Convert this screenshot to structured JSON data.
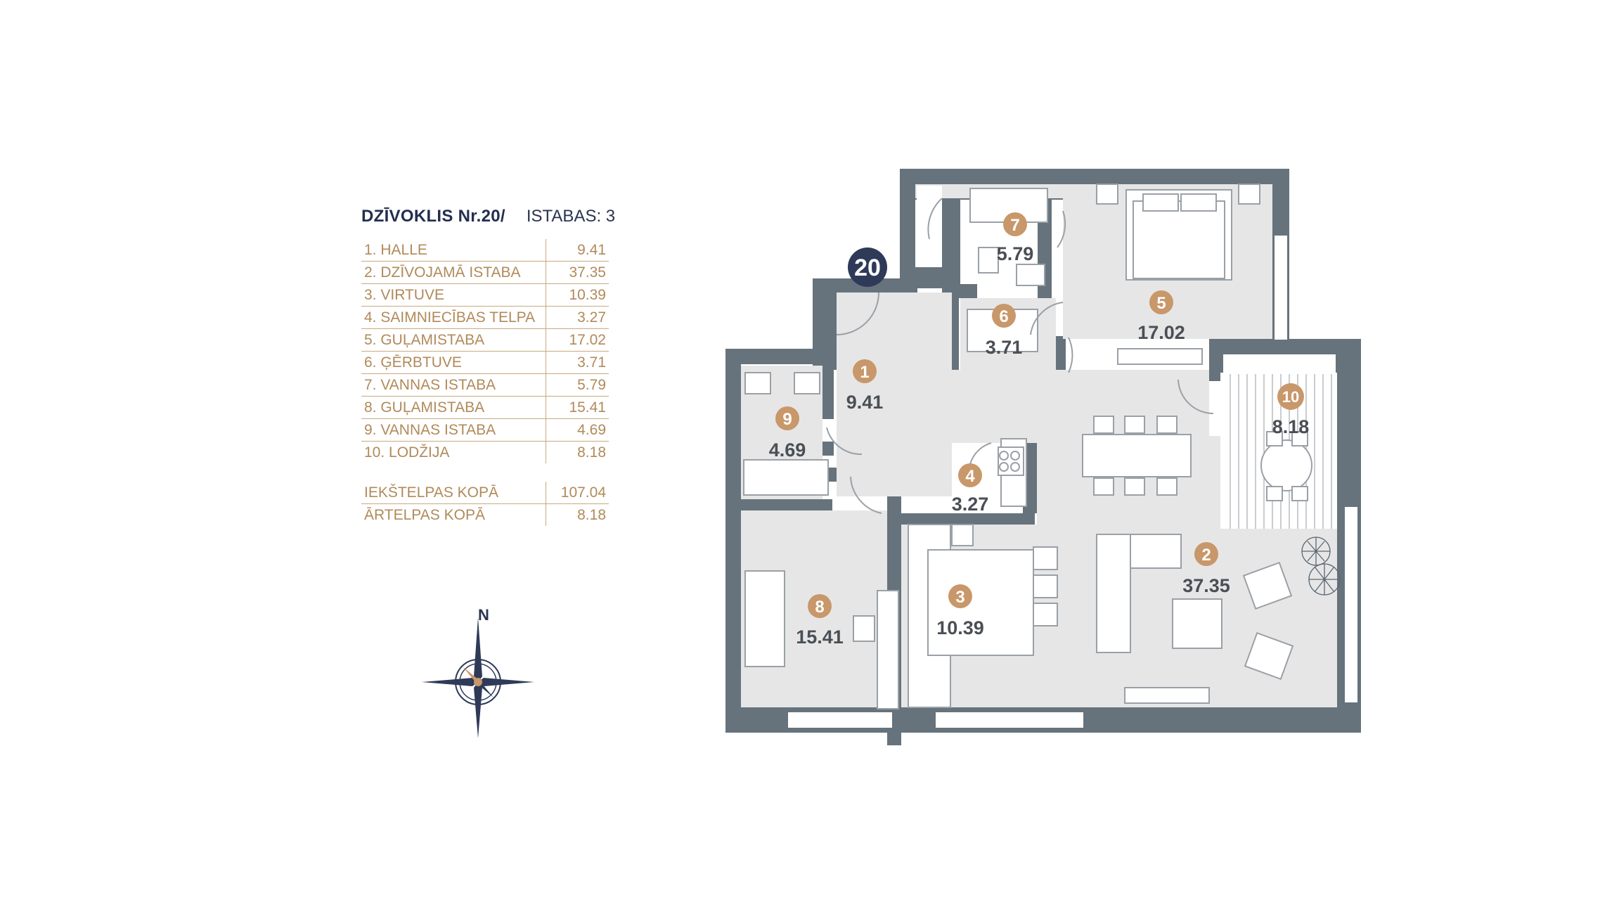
{
  "header": {
    "apartment": "DZĪVOKLIS Nr.20/",
    "rooms": "ISTABAS: 3"
  },
  "rooms": [
    {
      "no": "1",
      "label": "1.  HALLE",
      "area": "9.41"
    },
    {
      "no": "2",
      "label": "2.  DZĪVOJAMĀ ISTABA",
      "area": "37.35"
    },
    {
      "no": "3",
      "label": "3.  VIRTUVE",
      "area": "10.39"
    },
    {
      "no": "4",
      "label": "4.  SAIMNIECĪBAS TELPA",
      "area": "3.27"
    },
    {
      "no": "5",
      "label": "5.  GUĻAMISTABA",
      "area": "17.02"
    },
    {
      "no": "6",
      "label": "6.  ĢĒRBTUVE",
      "area": "3.71"
    },
    {
      "no": "7",
      "label": "7.  VANNAS ISTABA",
      "area": "5.79"
    },
    {
      "no": "8",
      "label": "8.  GUĻAMISTABA",
      "area": "15.41"
    },
    {
      "no": "9",
      "label": "9.  VANNAS ISTABA",
      "area": "4.69"
    },
    {
      "no": "10",
      "label": "10. LODŽIJA",
      "area": "8.18"
    }
  ],
  "totals": [
    {
      "label": "IEKŠTELPAS KOPĀ",
      "area": "107.04"
    },
    {
      "label": "ĀRTELPAS KOPĀ",
      "area": "8.18"
    }
  ],
  "plan": {
    "unit_badge": "20",
    "compass_north": "N"
  },
  "colors": {
    "wall": "#66737c",
    "floor": "#e6e6e6",
    "badge": "#c8976a",
    "unit_badge": "#2e3a58",
    "legend_text": "#b08a5a",
    "furniture_stroke": "#9aa0a6"
  }
}
